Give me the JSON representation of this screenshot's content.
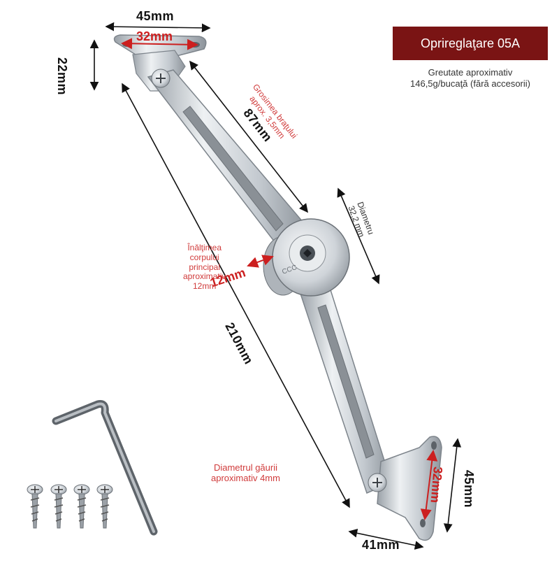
{
  "product": {
    "title": "Oprireglaţare 05A",
    "weight_line1": "Greutate aproximativ",
    "weight_line2": "146,5g/bucaţă (fără accesorii)"
  },
  "dimensions": {
    "top_plate_width": "45mm",
    "top_hole_spacing": "32mm",
    "top_plate_height": "22mm",
    "upper_arm_length": "87mm",
    "total_length": "210mm",
    "bottom_plate_width": "41mm",
    "bottom_hole_spacing": "32mm",
    "bottom_plate_height": "45mm",
    "body_height": "12mm"
  },
  "notes": {
    "arm_thickness_line1": "Grosimea braţului",
    "arm_thickness_line2": "aprox. 3,5mm",
    "diameter_line1": "Diametru",
    "diameter_line2": "32,2 mm",
    "body_height_line1": "Înălţimea",
    "body_height_line2": "corpului",
    "body_height_line3": "principal",
    "body_height_line4": "aproximativ",
    "body_height_line5": "12mm",
    "hole_diameter_line1": "Diametrul găurii",
    "hole_diameter_line2": "aproximativ 4mm"
  },
  "colors": {
    "badge": "#7a1414",
    "red_text": "#cc1f1f",
    "metal": "#c9ced3"
  },
  "accessories": {
    "screws_count": 4,
    "hex_key": "hex-key-icon"
  }
}
